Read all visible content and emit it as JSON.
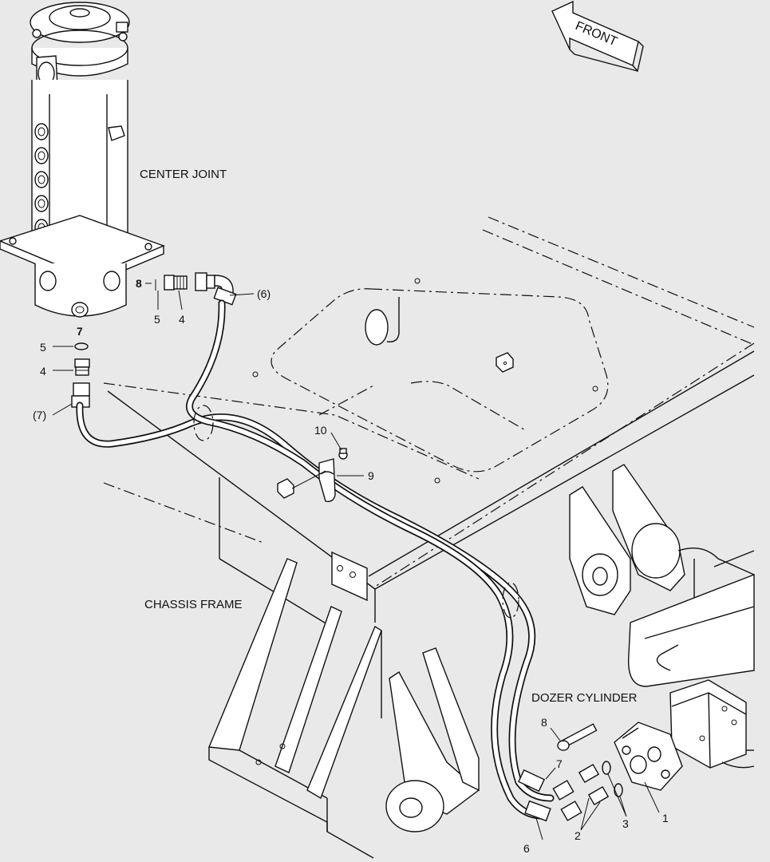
{
  "labels": {
    "front": "FRONT",
    "center_joint": "CENTER JOINT",
    "chassis_frame": "CHASSIS FRAME",
    "dozer_cylinder": "DOZER CYLINDER"
  },
  "callouts": {
    "top_8": "8",
    "top_5": "5",
    "top_4": "4",
    "top_6": "(6)",
    "left_7": "7",
    "left_5": "5",
    "left_4": "4",
    "left_7p": "(7)",
    "clamp_10": "10",
    "clamp_9": "9",
    "dozer_8": "8",
    "dozer_7": "7",
    "dozer_6": "6",
    "dozer_2": "2",
    "dozer_3": "3",
    "dozer_1": "1"
  }
}
